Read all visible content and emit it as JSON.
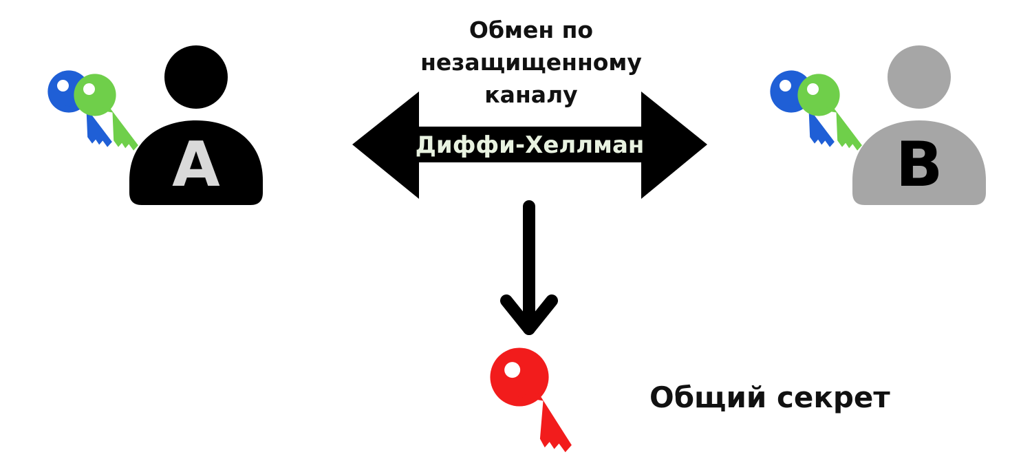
{
  "channel": {
    "title_lines": [
      "Обмен по",
      "незащищенному",
      "каналу"
    ],
    "protocol": "Диффи-Хеллман"
  },
  "party_a": {
    "letter": "A",
    "color": "#000000",
    "letter_color": "#d9d9d9"
  },
  "party_b": {
    "letter": "B",
    "color": "#a6a6a6",
    "letter_color": "#000000"
  },
  "keys": {
    "blue_icon": "key-icon",
    "green_icon": "key-icon",
    "colors": {
      "blue": "#1f5fd6",
      "green": "#6fcf4a",
      "red": "#f21c1c"
    }
  },
  "result": {
    "label": "Общий секрет"
  }
}
